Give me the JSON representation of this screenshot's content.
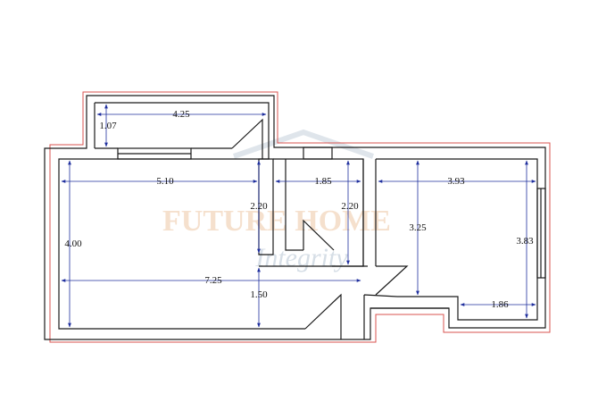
{
  "colors": {
    "wall": "#1a1a1a",
    "outline": "#d9534f",
    "dimension": "#1f2f9e",
    "watermark_title": "#f2d3b8",
    "watermark_sub": "#c9d4de"
  },
  "watermark": {
    "title": "FUTURE HOME",
    "subtitle": "Integrity"
  },
  "dimensions": {
    "balcony_width": "4.25",
    "balcony_depth": "1.07",
    "living_width": "5.10",
    "living_height": "4.00",
    "living_total_width": "7.25",
    "living_wall_upper": "2.20",
    "living_wall_lower": "1.50",
    "bath_width": "1.85",
    "bath_height": "2.20",
    "bedroom_width": "3.93",
    "bedroom_height": "3.83",
    "bedroom_inner_height": "3.25",
    "bedroom_lower_width": "1.86"
  }
}
